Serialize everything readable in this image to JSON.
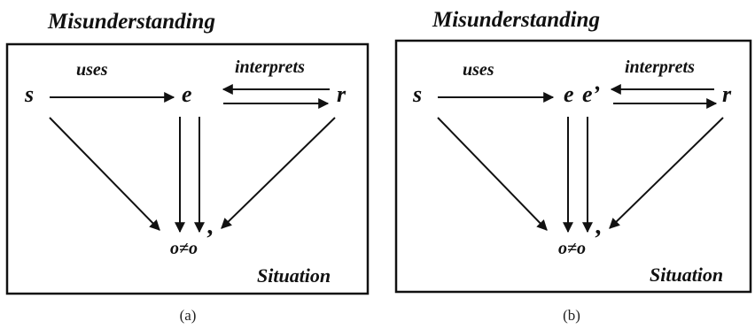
{
  "panels": [
    {
      "title": "Misunderstanding",
      "nodes": {
        "sender": "s",
        "expression": "e",
        "expression_prime": "",
        "receiver": "r",
        "outcome": "o≠o",
        "outcome_prime": "’"
      },
      "labels": {
        "uses": "uses",
        "interprets": "interprets",
        "situation": "Situation"
      },
      "caption": "(a)"
    },
    {
      "title": "Misunderstanding",
      "nodes": {
        "sender": "s",
        "expression": "e",
        "expression_prime": "e’",
        "receiver": "r",
        "outcome": "o≠o",
        "outcome_prime": "’"
      },
      "labels": {
        "uses": "uses",
        "interprets": "interprets",
        "situation": "Situation"
      },
      "caption": "(b)"
    }
  ],
  "colors": {
    "ink": "#111111",
    "background": "#ffffff"
  }
}
